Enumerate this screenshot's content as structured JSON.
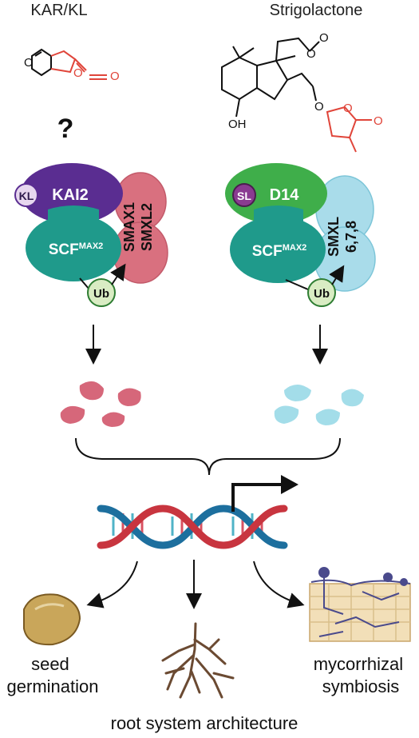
{
  "header": {
    "left_title": "KAR/KL",
    "right_title": "Strigolactone"
  },
  "left_pathway": {
    "unknown_mark": "?",
    "ligand": "KL",
    "receptor": "KAI2",
    "ligase": "SCF",
    "ligase_sup": "MAX2",
    "target_line1": "SMAX1",
    "target_line2": "SMXL2",
    "ubiquitin": "Ub",
    "colors": {
      "receptor": "#5a2d91",
      "ligase": "#1f9a8b",
      "target": "#d9707f",
      "fragments": "#d6677a"
    }
  },
  "right_pathway": {
    "ligand": "SL",
    "receptor": "D14",
    "ligase": "SCF",
    "ligase_sup": "MAX2",
    "target_line1": "SMXL",
    "target_line2": "6,7,8",
    "ubiquitin": "Ub",
    "colors": {
      "receptor": "#3fae4a",
      "ligase": "#1f9a8b",
      "target": "#a9dcea",
      "fragments": "#a3dde9"
    }
  },
  "molecules": {
    "oxygen_label": "O",
    "hydroxyl_label": "OH"
  },
  "outcomes": {
    "seed_line1": "seed",
    "seed_line2": "germination",
    "myco_line1": "mycorrhizal",
    "myco_line2": "symbiosis",
    "root": "root system architecture"
  }
}
